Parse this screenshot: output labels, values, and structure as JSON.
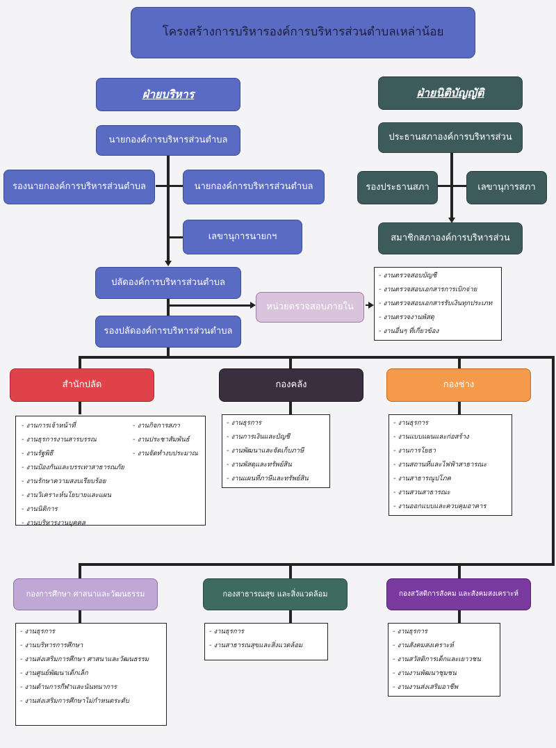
{
  "title": "โครงสร้างการบริหารองค์การบริหารส่วนตำบลเหล่าน้อย",
  "executive": {
    "header": "ฝ่ายบริหาร",
    "mayor": "นายกองค์การบริหารส่วนตำบล",
    "deputy_left": "รองนายกองค์การบริหารส่วนตำบล",
    "deputy_right": "นายกองค์การบริหารส่วนตำบล",
    "secretary": "เลขานุการนายกฯ",
    "clerk": "ปลัดองค์การบริหารส่วนตำบล",
    "deputy_clerk": "รองปลัดองค์การบริหารส่วนตำบล"
  },
  "legislative": {
    "header": "ฝ่ายนิติบัญญัติ",
    "chair": "ประธานสภาองค์การบริหารส่วน",
    "vice_chair": "รองประธานสภา",
    "secretary": "เลขานุการสภา",
    "members": "สมาชิกสภาองค์การบริหารส่วน"
  },
  "audit": {
    "label": "หน่วยตรวจสอบภายใน",
    "items": [
      "งานตรวจสอบบัญชี",
      "งานตรวจสอบเอกสารการเบิกจ่าย",
      "งานตรวจสอบเอกสารรับเงินทุกประเภท",
      "งานตรวจงานพัสดุ",
      "งานอื่นๆ ที่เกี่ยวข้อง"
    ]
  },
  "departments_row1": [
    {
      "name": "สำนักปลัด",
      "items_col1": [
        "งานการเจ้าหน้าที่",
        "งานธุรการงานสารบรรณ",
        "งานรัฐพิธี",
        "งานป้องกันและบรรเทาสาธารณภัย",
        "งานรักษาความสงบเรียบร้อย",
        "งานวิเคราะห์นโยบายและแผน",
        "งานนิติการ",
        "งานบริหารงานบุคคล"
      ],
      "items_col2": [
        "งานกิจการสภา",
        "งานประชาสัมพันธ์",
        "งานจัดทำงบประมาณ"
      ]
    },
    {
      "name": "กองคลัง",
      "items": [
        "งานธุรการ",
        "งานการเงินและบัญชี",
        "งานพัฒนาและจัดเก็บภาษี",
        "งานพัสดุและทรัพย์สิน",
        "งานแผนที่ภาษีและทรัพย์สิน"
      ]
    },
    {
      "name": "กองช่าง",
      "items": [
        "งานธุรการ",
        "งานแบบแผนและก่อสร้าง",
        "งานการโยธา",
        "งานสถานที่และไฟฟ้าสาธารณะ",
        "งานสาธารณูปโภค",
        "งานสวนสาธารณะ",
        "งานออกแบบและควบคุมอาคาร"
      ]
    }
  ],
  "departments_row2": [
    {
      "name": "กองการศึกษา ศาสนาและวัฒนธรรม",
      "items": [
        "งานธุรการ",
        "งานบริหารการศึกษา",
        "งานส่งเสริมการศึกษา ศาสนาและวัฒนธรรม",
        "งานศูนย์พัฒนาเด็กเล็ก",
        "งานด้านการกีฬาและนันทนาการ",
        "งานส่งเสริมการศึกษาไม่กำหนดระดับ"
      ]
    },
    {
      "name": "กองสาธารณสุข และสิ่งแวดล้อม",
      "items": [
        "งานธุรการ",
        "งานสาธารณสุขและสิ่งแวดล้อม"
      ]
    },
    {
      "name": "กองสวัสดิการสังคม และสังคมสงเคราะห์",
      "items": [
        "งานธุรการ",
        "งานสังคมสงเคราะห์",
        "งานสวัสดิการเด็กและเยาวชน",
        "งานงานพัฒนาชุมชน",
        "งานงานส่งเสริมอาชีพ"
      ]
    }
  ],
  "colors": {
    "blue": "#5a6bc4",
    "dark_green": "#3e5b5c",
    "red": "#e0424a",
    "dark_purple": "#3a2f3f",
    "orange": "#f59a4a",
    "lavender": "#bfa8d6",
    "teal": "#3f6a60",
    "purple": "#7a3aa0",
    "pink": "#d9c3dd"
  }
}
